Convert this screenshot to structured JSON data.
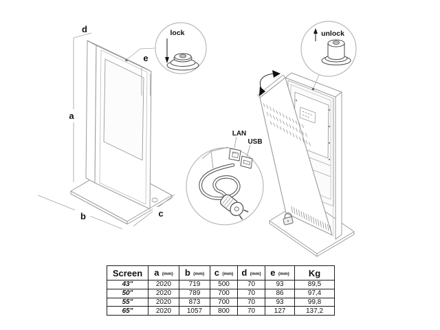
{
  "diagram": {
    "dim_labels": {
      "a": "a",
      "b": "b",
      "c": "c",
      "d": "d",
      "e": "e"
    },
    "lock_label": "lock",
    "unlock_label": "unlock",
    "lan_label": "LAN",
    "usb_label": "USB"
  },
  "table": {
    "col_headers": {
      "screen": "Screen",
      "a": "a",
      "b": "b",
      "c": "c",
      "d": "d",
      "e": "e",
      "kg": "Kg",
      "unit": "(mm)"
    },
    "rows": [
      {
        "screen": "43\"",
        "a": "2020",
        "b": "719",
        "c": "500",
        "d": "70",
        "e": "93",
        "kg": "89,5"
      },
      {
        "screen": "50\"",
        "a": "2020",
        "b": "789",
        "c": "700",
        "d": "70",
        "e": "86",
        "kg": "97,4"
      },
      {
        "screen": "55\"",
        "a": "2020",
        "b": "873",
        "c": "700",
        "d": "70",
        "e": "93",
        "kg": "99,8"
      },
      {
        "screen": "65\"",
        "a": "2020",
        "b": "1057",
        "c": "800",
        "d": "70",
        "e": "127",
        "kg": "137,2"
      }
    ]
  }
}
